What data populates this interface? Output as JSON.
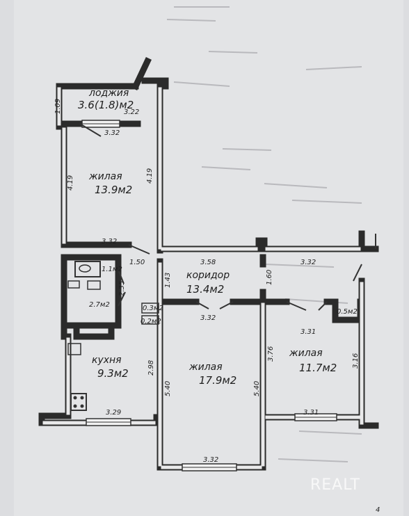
{
  "rooms": {
    "loggia": {
      "name": "лоджия",
      "area": "3.6(1.8)м2"
    },
    "bedroom_top": {
      "name": "жилая",
      "area": "13.9м2"
    },
    "corridor": {
      "name": "коридор",
      "area": "13.4м2"
    },
    "bathroom": {
      "area": "1.1м2"
    },
    "wc": {
      "area": "2.7м2"
    },
    "closet1": {
      "area": "0.3м2"
    },
    "closet2": {
      "area": "0.2м2"
    },
    "closet3": {
      "area": "0.5м2"
    },
    "kitchen": {
      "name": "кухня",
      "area": "9.3м2"
    },
    "living_center": {
      "name": "жилая",
      "area": "17.9м2"
    },
    "living_right": {
      "name": "жилая",
      "area": "11.7м2"
    }
  },
  "dimensions": {
    "d109": "1.09",
    "d322a": "3.22",
    "d332a": "3.32",
    "d419a": "4.19",
    "d419b": "4.19",
    "d332b": "3.32",
    "d150": "1.50",
    "d358": "3.58",
    "d332c": "3.32",
    "d235": "2.35",
    "d143": "1.43",
    "d160": "1.60",
    "d332d": "3.32",
    "d331a": "3.31",
    "d298": "2.98",
    "d540a": "5.40",
    "d540b": "5.40",
    "d376": "3.76",
    "d316": "3.16",
    "d329": "3.29",
    "d331b": "3.31",
    "d332e": "3.32"
  },
  "watermark": "REALT",
  "page_mark": "4"
}
